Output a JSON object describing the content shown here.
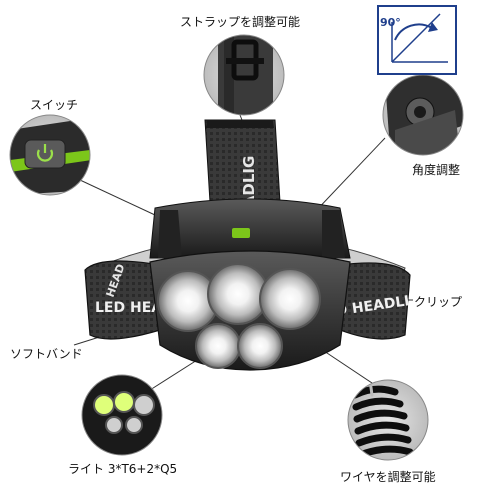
{
  "labels": {
    "strap": "ストラップを調整可能",
    "switch": "スイッチ",
    "angle": "角度調整",
    "clip": "クリップ",
    "soft_band": "ソフトバンド",
    "light": "ライト 3*T6+2*Q5",
    "wire": "ワイヤを調整可能"
  },
  "inset": {
    "degree": "90°"
  },
  "band_text": {
    "top_strap": "HEADLIG",
    "band_left": "LED HEAD",
    "band_right": "LED HEADLI",
    "band_far_left": "HEAD"
  },
  "colors": {
    "accent_green": "#7cc61a",
    "inset_border": "#1f3f8c",
    "band_dark": "#2a2a2a",
    "line": "#333333"
  },
  "icons": {
    "angle": "angle-arc-icon",
    "switch": "power-switch-icon"
  }
}
